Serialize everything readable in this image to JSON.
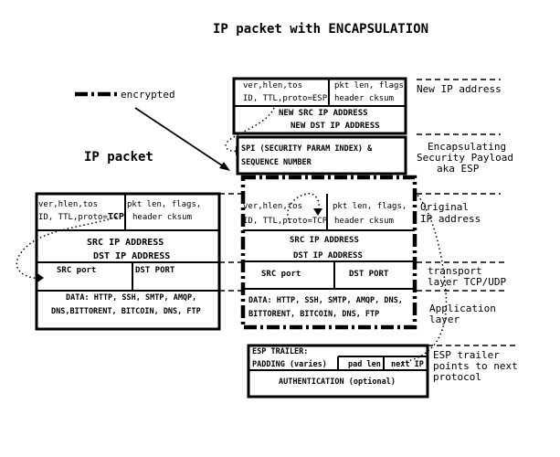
{
  "title": "IP packet with ENCAPSULATION",
  "legend": {
    "label": "encrypted"
  },
  "left": {
    "heading": "IP packet",
    "r1_left_1": "ver,hlen,tos",
    "r1_left_2a": "ID, TTL,proto=",
    "r1_left_2b": "TCP",
    "r1_right_1": "pkt len, flags,",
    "r1_right_2": "header cksum",
    "src_ip": "SRC IP ADDRESS",
    "dst_ip": "DST IP ADDRESS",
    "src_port": "SRC port",
    "dst_port": "DST PORT",
    "data_1": "DATA: HTTP, SSH, SMTP, AMQP,",
    "data_2": "DNS,BITTORENT, BITCOIN, DNS, FTP"
  },
  "right": {
    "new_left_1": "ver,hlen,tos",
    "new_left_2": "ID, TTL,proto=ESP",
    "new_right_1": "pkt len, flags",
    "new_right_2": "header cksum",
    "new_src": "NEW SRC IP ADDRESS",
    "new_dst": "NEW DST IP ADDRESS",
    "spi_1": "SPI (SECURITY PARAM INDEX) &",
    "spi_2": "SEQUENCE NUMBER",
    "orig_left_1": "ver,hlen,tos",
    "orig_left_2": "ID, TTL,proto=TCP",
    "orig_right_1": "pkt len, flags,",
    "orig_right_2": "header cksum",
    "src_ip": "SRC IP ADDRESS",
    "dst_ip": "DST IP ADDRESS",
    "src_port": "SRC port",
    "dst_port": "DST PORT",
    "data_1": "DATA: HTTP, SSH, SMTP, AMQP, DNS,",
    "data_2": "BITTORENT, BITCOIN, DNS, FTP",
    "trailer_1": "ESP TRAILER:",
    "trailer_2": "PADDING (varies)",
    "pad_len": "pad len",
    "next_ip": "next IP",
    "auth": "AUTHENTICATION (optional)"
  },
  "annotations": {
    "new_ip": "New IP address",
    "esp_1": "Encapsulating",
    "esp_2": "Security Payload",
    "esp_3": "aka ESP",
    "orig_1": "Original",
    "orig_2": "IP address",
    "transport_1": "transport",
    "transport_2": "layer TCP/UDP",
    "app_1": "Application",
    "app_2": "layer",
    "trailer_1": "ESP trailer",
    "trailer_2": "points to next",
    "trailer_3": "protocol"
  }
}
